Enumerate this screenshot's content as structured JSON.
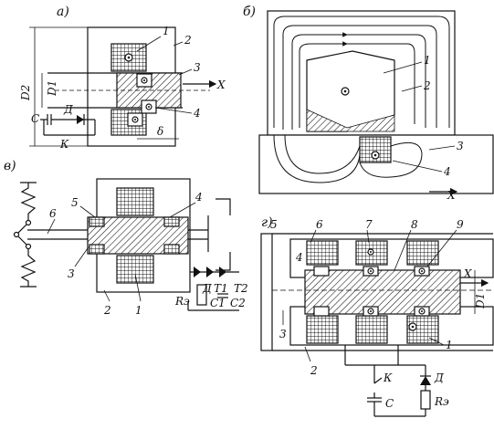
{
  "panels": {
    "a": "а)",
    "b": "б)",
    "v": "в)",
    "g": "г)"
  },
  "panel_a": {
    "d2": "D2",
    "d1": "D1",
    "c": "C",
    "d": "Д",
    "k": "К",
    "delta": "δ",
    "x": "X",
    "n1": "1",
    "n2": "2",
    "n3": "3",
    "n4": "4"
  },
  "panel_b": {
    "n1": "1",
    "n2": "2",
    "n3": "3",
    "n4": "4",
    "x": "X"
  },
  "panel_v": {
    "n1": "1",
    "n2": "2",
    "n3": "3",
    "n4": "4",
    "n5": "5",
    "n6": "6",
    "d": "Д",
    "t1": "T1",
    "t2": "T2",
    "re": "Rэ",
    "c1": "C1",
    "c2": "C2"
  },
  "panel_g": {
    "n1": "1",
    "n2": "2",
    "n3": "3",
    "n4": "4",
    "n5": "5",
    "n6": "6",
    "n7": "7",
    "n8": "8",
    "n9": "9",
    "x": "X",
    "d1": "D1",
    "k": "К",
    "c": "C",
    "d": "Д",
    "re": "Rэ"
  }
}
